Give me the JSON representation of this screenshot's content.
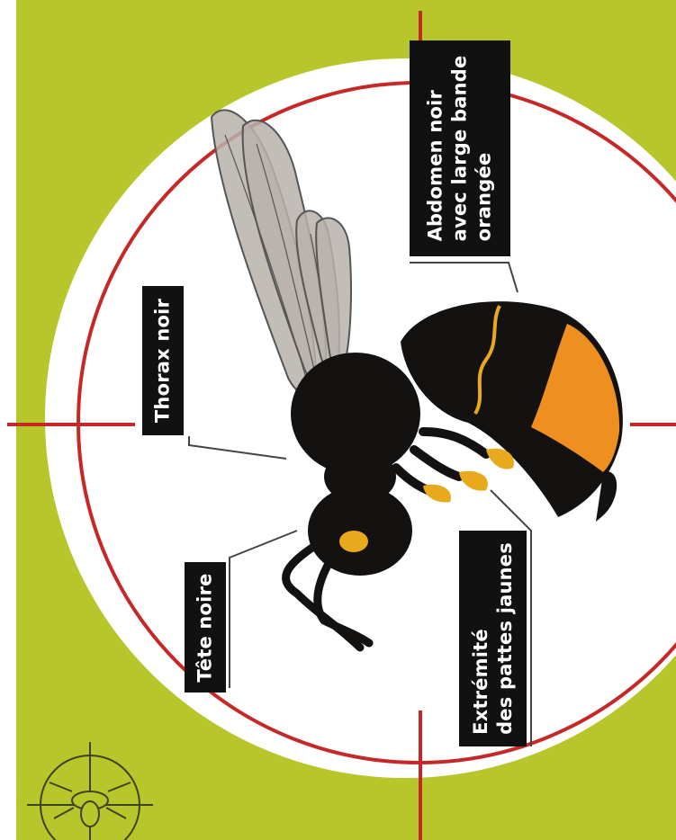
{
  "labels": {
    "abdomen": "Abdomen noir\navec large bande\norangée",
    "thorax": "Thorax noir",
    "head": "Tête noire",
    "legs": "Extrémité\ndes pattes jaunes"
  },
  "colors": {
    "background": "#b7c62b",
    "target_circle": "#ffffff",
    "crosshair": "#c62828",
    "body": "#141111",
    "orange_band": "#ef8f1f",
    "yellow": "#e9a91c",
    "wing": "#b9b1ab",
    "label_bg": "#111111"
  },
  "icons": [
    "hornet-body-icon",
    "wasp-target-icon"
  ]
}
